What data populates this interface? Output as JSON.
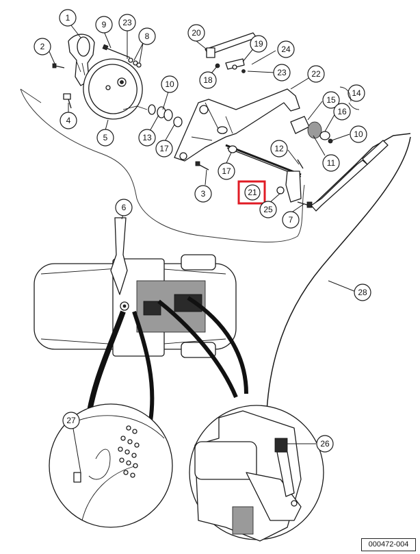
{
  "diagram": {
    "callouts": [
      "1",
      "2",
      "3",
      "4",
      "5",
      "6",
      "7",
      "8",
      "9",
      "10",
      "10",
      "11",
      "12",
      "13",
      "14",
      "15",
      "16",
      "17",
      "17",
      "18",
      "19",
      "20",
      "21",
      "22",
      "23",
      "23",
      "24",
      "25",
      "26",
      "27",
      "28"
    ],
    "highlighted_callout": "21",
    "reference_code": "000472-004",
    "highlight_color": "#e01b24"
  }
}
